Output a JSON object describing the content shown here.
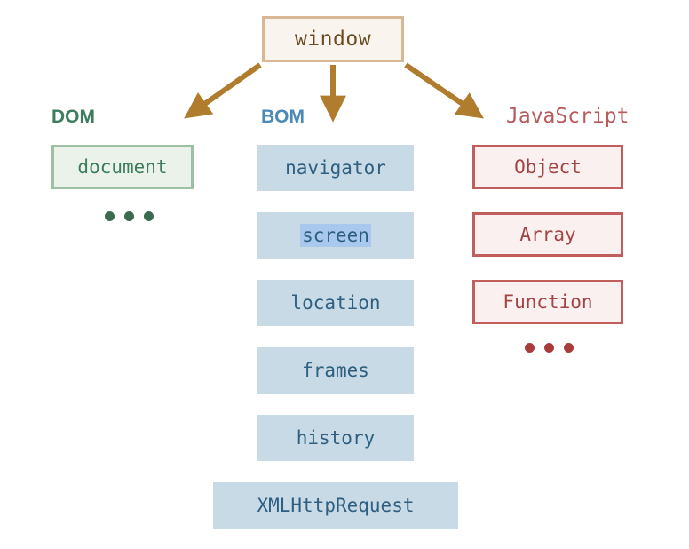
{
  "diagram": {
    "title": "window object model hierarchy",
    "root": {
      "label": "window"
    },
    "columns": [
      {
        "id": "dom",
        "header": "DOM",
        "color": "#3d7d5e",
        "border_color": "#9dbfa4",
        "fill_color": "#eaf2ea",
        "items": [
          {
            "label": "document"
          }
        ],
        "ellipsis": "..."
      },
      {
        "id": "bom",
        "header": "BOM",
        "color": "#4a8ab5",
        "text_color": "#2e5f80",
        "fill_color": "#c8dae6",
        "selection_color": "#a8c8ee",
        "items": [
          {
            "label": "navigator",
            "selected": false
          },
          {
            "label": "screen",
            "selected": true
          },
          {
            "label": "location",
            "selected": false
          },
          {
            "label": "frames",
            "selected": false
          },
          {
            "label": "history",
            "selected": false
          },
          {
            "label": "XMLHttpRequest",
            "selected": false,
            "wide": true
          }
        ],
        "ellipsis": null
      },
      {
        "id": "javascript",
        "header": "JavaScript",
        "color": "#b85b5b",
        "border_color": "#c05e5e",
        "fill_color": "#fbf0f0",
        "text_color": "#a34444",
        "items": [
          {
            "label": "Object"
          },
          {
            "label": "Array"
          },
          {
            "label": "Function"
          }
        ],
        "ellipsis": "..."
      }
    ],
    "arrows": {
      "color": "#b07c2e",
      "edges": [
        {
          "from": "window",
          "to": "DOM"
        },
        {
          "from": "window",
          "to": "BOM"
        },
        {
          "from": "window",
          "to": "JavaScript"
        }
      ]
    }
  }
}
